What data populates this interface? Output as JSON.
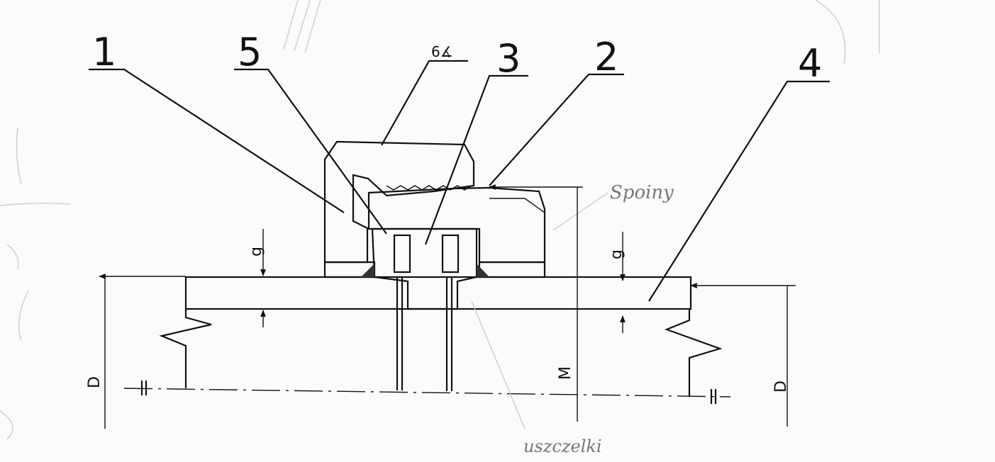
{
  "callouts": {
    "part1": "1",
    "part5": "5",
    "angle": "6∡",
    "part3": "3",
    "part2": "2",
    "part4": "4"
  },
  "dimensions": {
    "g_left": "g",
    "g_right": "g",
    "d_left": "D",
    "d_right": "D",
    "m": "M"
  },
  "annotations": {
    "weld": "Spoiny",
    "seals": "uszczelki"
  },
  "colors": {
    "line": "#111111",
    "hatch": "#222222",
    "ghost": "#c9c9c9",
    "handwriting": "#777777"
  }
}
